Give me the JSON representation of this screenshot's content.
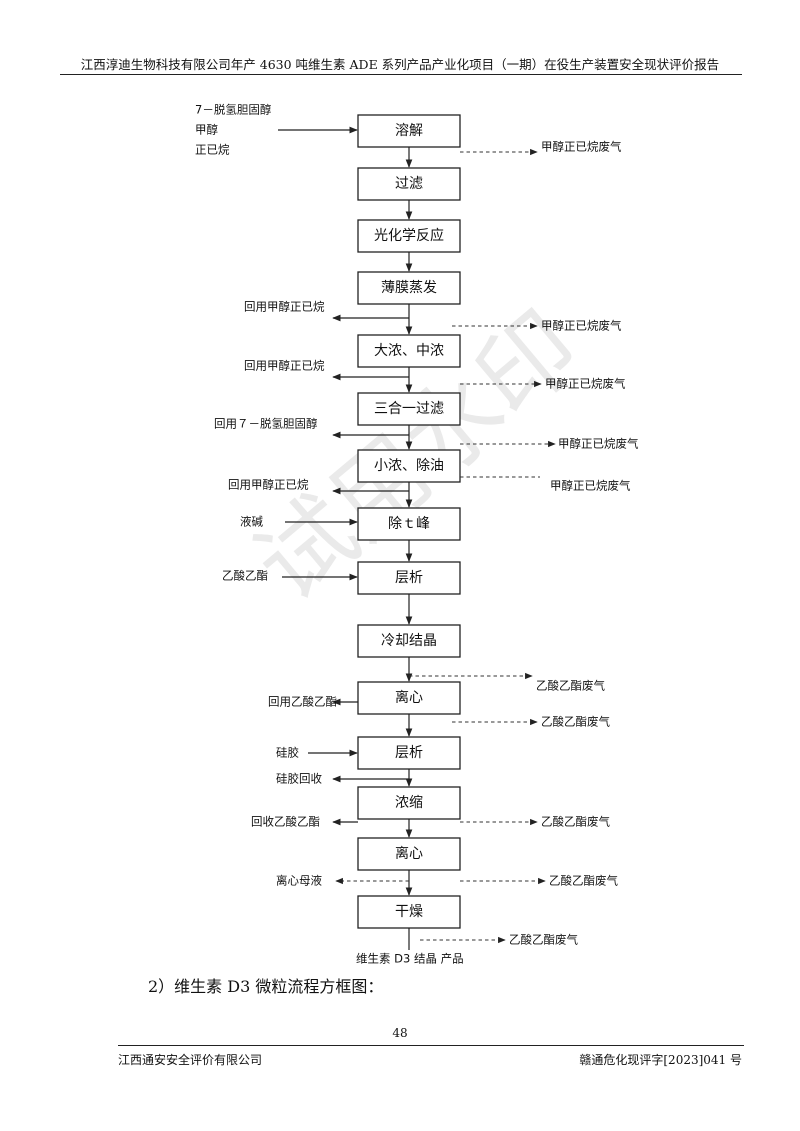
{
  "header": {
    "title": "江西淳迪生物科技有限公司年产 4630 吨维生素 ADE 系列产品产业化项目（一期）在役生产装置安全现状评价报告"
  },
  "flow": {
    "inputs_top": [
      "7－脱氢胆固醇",
      "甲醇",
      "正已烷"
    ],
    "steps": [
      "溶解",
      "过滤",
      "光化学反应",
      "薄膜蒸发",
      "大浓、中浓",
      "三合一过滤",
      "小浓、除油",
      "除ｔ峰",
      "层析",
      "冷却结晶",
      "离心",
      "层析",
      "浓缩",
      "离心",
      "干燥"
    ],
    "left_outputs": [
      "回用甲醇正已烷",
      "回用甲醇正已烷",
      "回用７－脱氢胆固醇",
      "回用甲醇正已烷",
      "回用乙酸乙酯",
      "硅胶回收",
      "回收乙酸乙酯",
      "离心母液"
    ],
    "left_inputs": [
      "液碱",
      "乙酸乙酯",
      "硅胶"
    ],
    "right_outputs": [
      "甲醇正已烷废气",
      "甲醇正已烷废气",
      "甲醇正已烷废气",
      "甲醇正已烷废气",
      "甲醇正已烷废气",
      "乙酸乙酯废气",
      "乙酸乙酯废气",
      "乙酸乙酯废气",
      "乙酸乙酯废气",
      "乙酸乙酯废气"
    ],
    "product": "维生素 D3 结晶 产品"
  },
  "caption": "2）维生素 D3 微粒流程方框图：",
  "watermark": "试用水印",
  "footer": {
    "page": "48",
    "left": "江西通安安全评价有限公司",
    "right": "赣通危化现评字[2023]041 号"
  }
}
